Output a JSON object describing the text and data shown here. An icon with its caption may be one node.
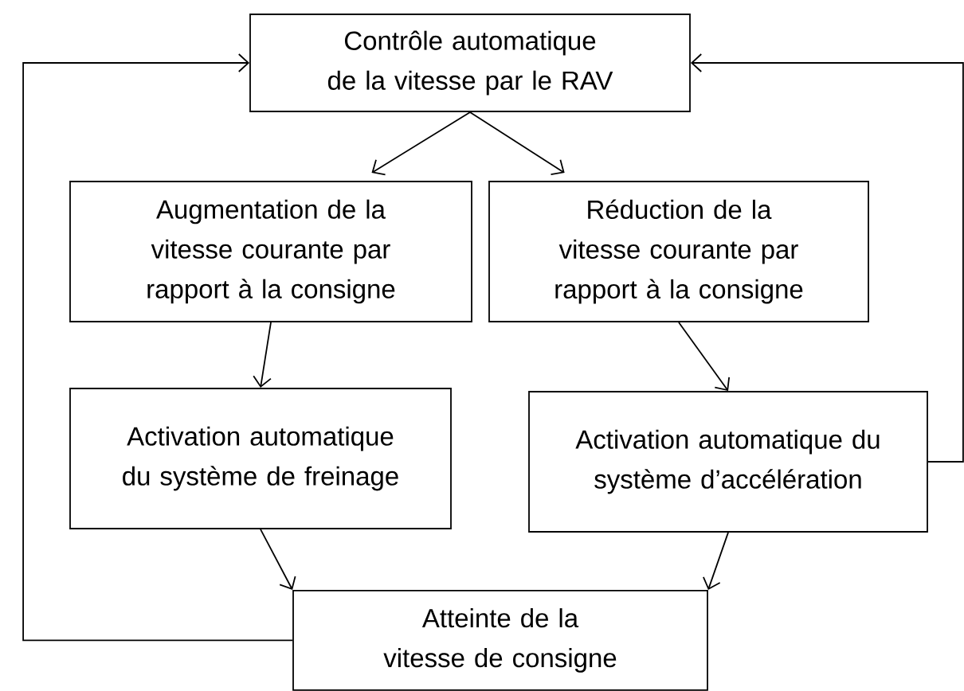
{
  "diagram": {
    "nodes": [
      {
        "text": [
          "Contrôle automatique de la vitesse par le RAV"
        ]
      },
      {
        "text": [
          "Augmentation de la vitesse courante par rapport à la consigne"
        ]
      },
      {
        "text": [
          "Réduction de la vitesse courante par rapport à la consigne"
        ]
      },
      {
        "text": [
          "Activation automatique du système de freinage"
        ]
      },
      {
        "text": [
          "Activation automatique du système d’accélération"
        ]
      },
      {
        "text": [
          "Atteinte de la vitesse de consigne"
        ]
      }
    ],
    "edges": [
      {
        "from": 0,
        "to": 1,
        "arrow": "to"
      },
      {
        "from": 0,
        "to": 2,
        "arrow": "to"
      },
      {
        "from": 1,
        "to": 3,
        "arrow": "to"
      },
      {
        "from": 2,
        "to": 4,
        "arrow": "to"
      },
      {
        "from": 3,
        "to": 5,
        "arrow": "to"
      },
      {
        "from": 4,
        "to": 5,
        "arrow": "to"
      },
      {
        "from": 5,
        "to": 0,
        "arrow": "to"
      },
      {
        "from": 4,
        "to": 0,
        "arrow": "to"
      }
    ]
  }
}
